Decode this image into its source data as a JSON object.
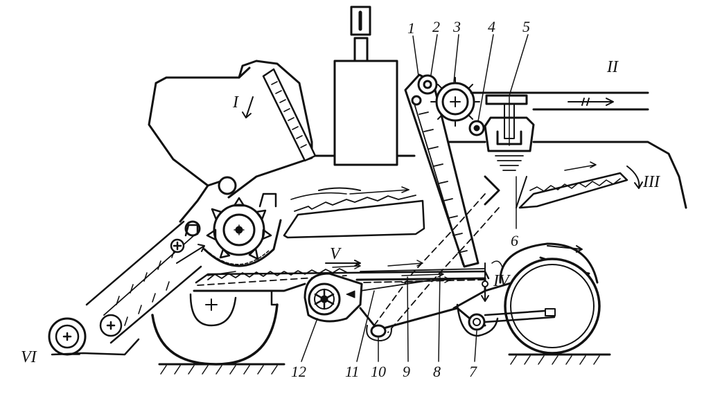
{
  "diagram": {
    "callouts": [
      "1",
      "2",
      "3",
      "4",
      "5",
      "6",
      "7",
      "8",
      "9",
      "10",
      "11",
      "12"
    ],
    "flow_labels": {
      "I": "I",
      "II": "II",
      "III": "III",
      "IV": "IV",
      "V": "V",
      "VI": "VI"
    },
    "colors": {
      "ink": "#111111",
      "paper": "#ffffff"
    }
  }
}
